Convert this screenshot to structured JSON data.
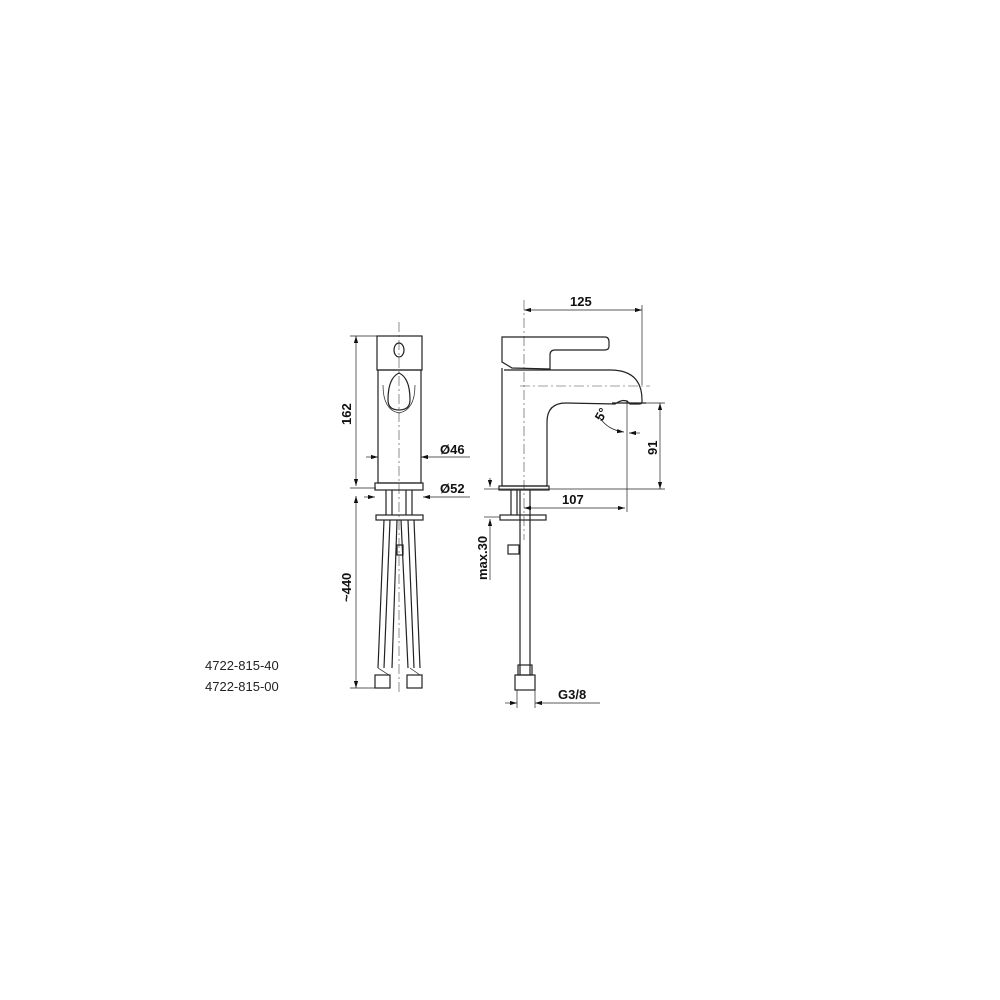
{
  "codes": [
    "4722-815-40",
    "4722-815-00"
  ],
  "dimensions": {
    "height_body": "162",
    "hose_length": "~440",
    "diameter_body": "Ø46",
    "diameter_base": "Ø52",
    "spout_reach_total": "125",
    "spout_reach": "107",
    "spout_height": "91",
    "angle": "5°",
    "max_thickness": "max.30",
    "thread": "G3/8"
  }
}
